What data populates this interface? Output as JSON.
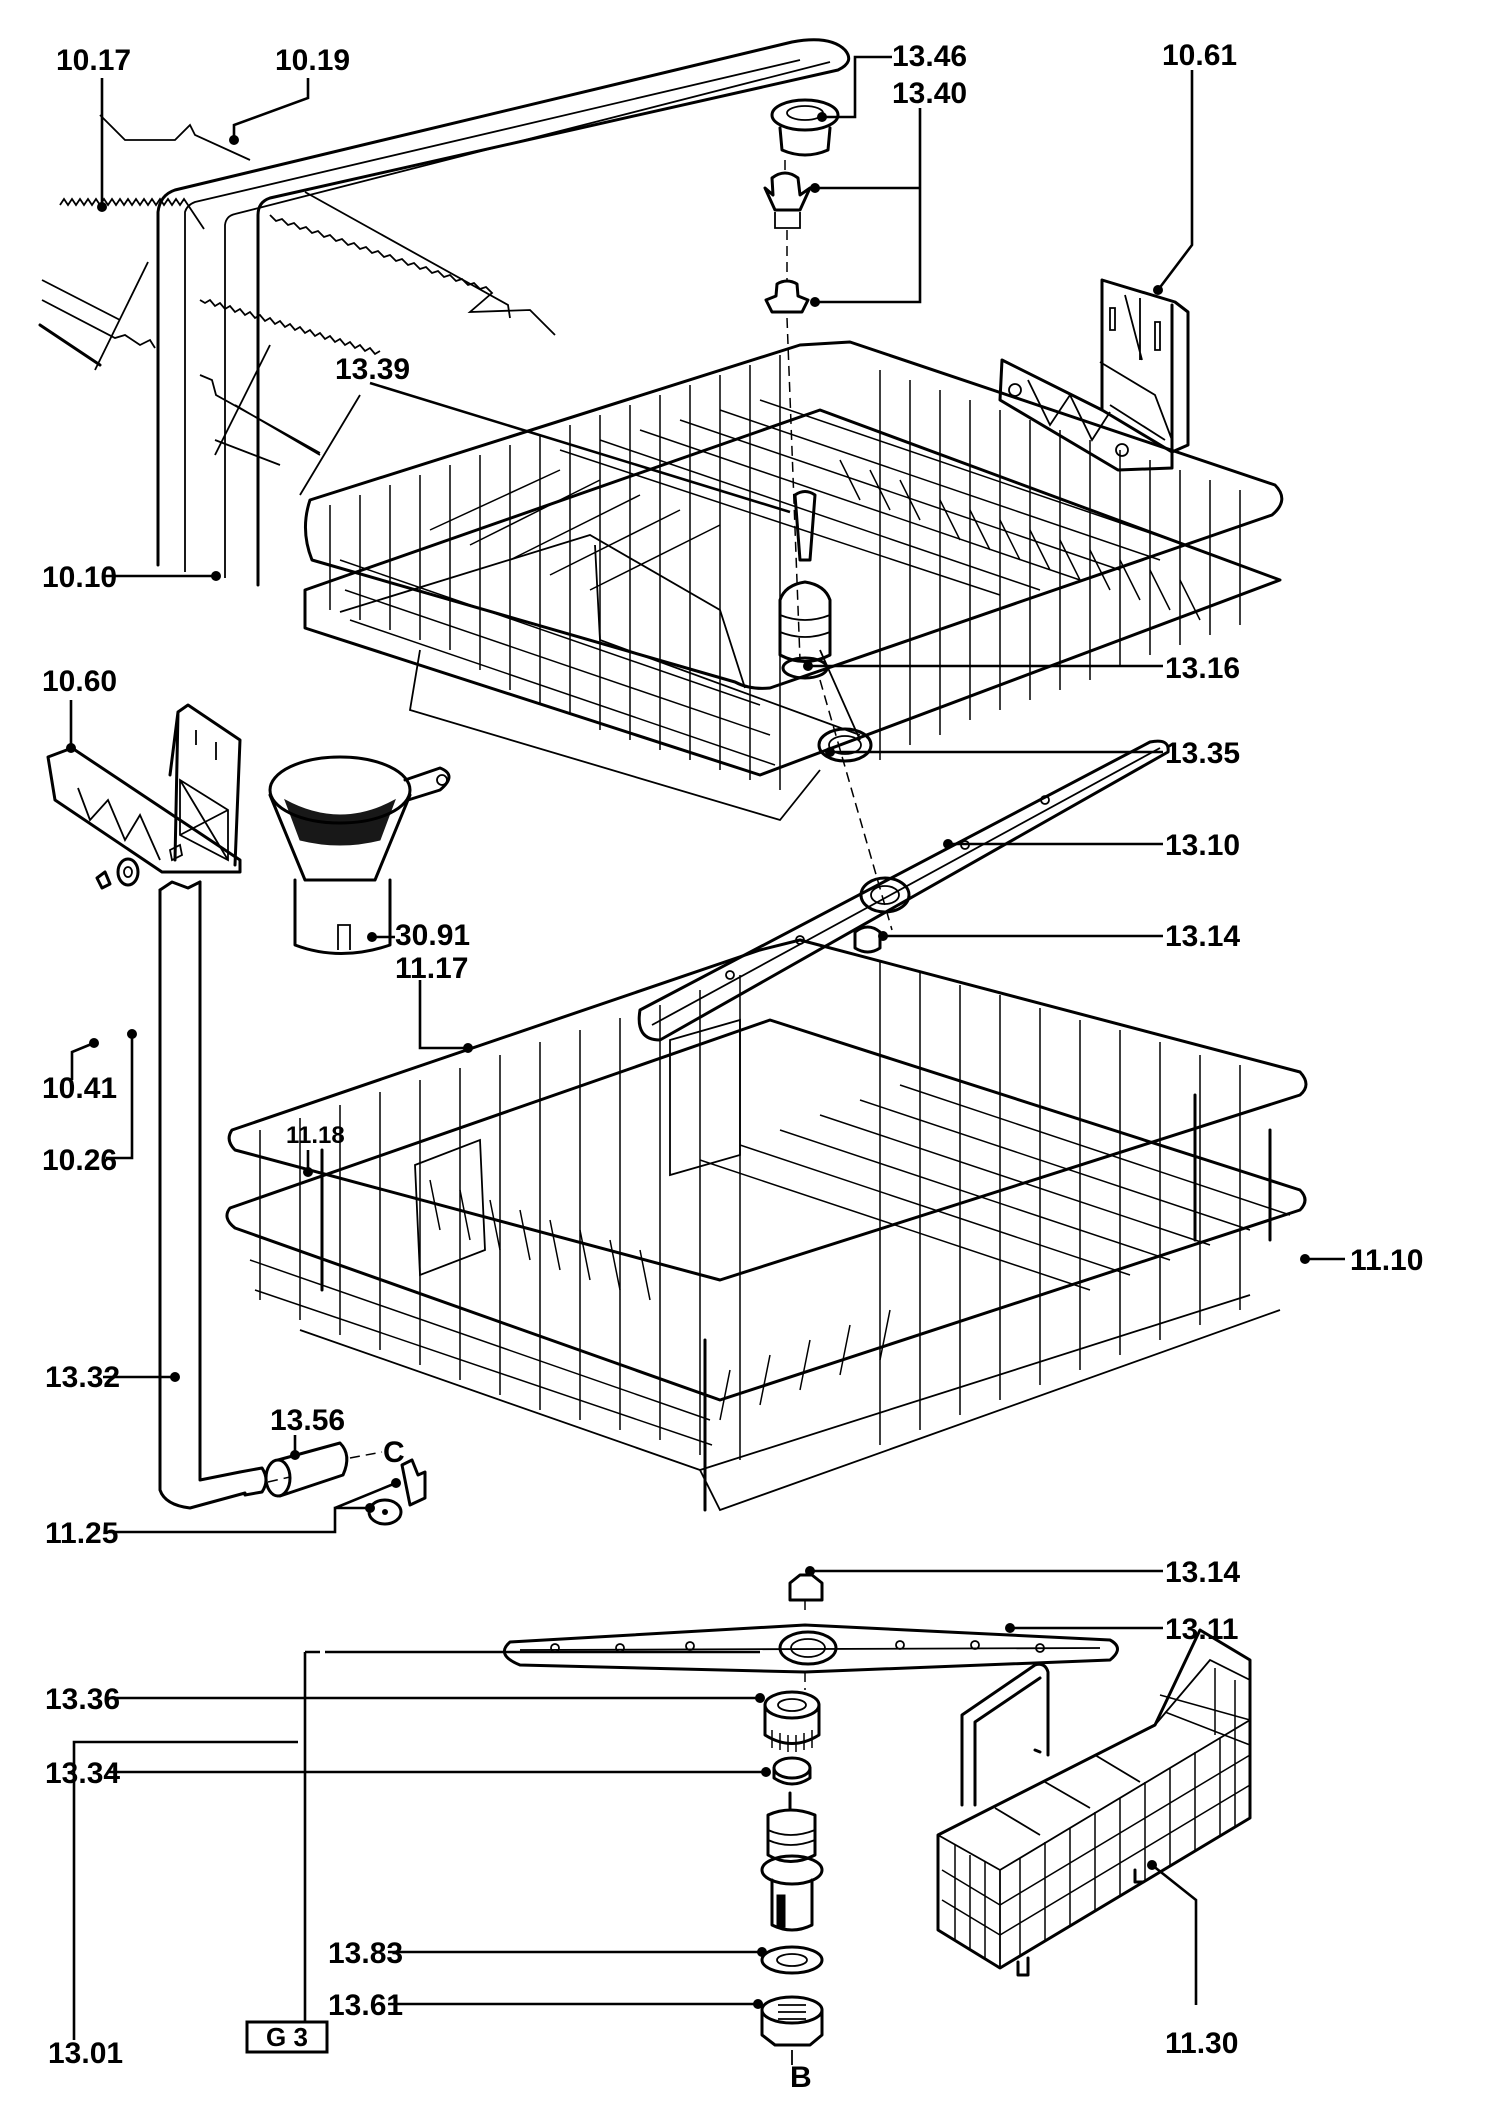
{
  "diagram": {
    "title": "Dishwasher basket assembly — exploded parts view",
    "sheet_code": "G 3",
    "colors": {
      "ink": "#000000",
      "paper": "#ffffff"
    },
    "parts": [
      {
        "id": "10.17",
        "name": "rail-left-upper"
      },
      {
        "id": "10.19",
        "name": "rail-rear-upper"
      },
      {
        "id": "13.46",
        "name": "upper-spray-connector-cap"
      },
      {
        "id": "13.40",
        "name": "upper-spray-connector-nuts"
      },
      {
        "id": "10.61",
        "name": "right-rail-bracket"
      },
      {
        "id": "13.39",
        "name": "upper-spray-supply-tube"
      },
      {
        "id": "10.10",
        "name": "upper-basket"
      },
      {
        "id": "13.16",
        "name": "spray-arm-coupling"
      },
      {
        "id": "10.60",
        "name": "left-rail-bracket"
      },
      {
        "id": "13.35",
        "name": "spray-arm-seal"
      },
      {
        "id": "13.10",
        "name": "upper-spray-arm"
      },
      {
        "id": "30.91",
        "name": "salt-funnel"
      },
      {
        "id": "11.17",
        "name": "lower-basket-divider"
      },
      {
        "id": "13.14",
        "name": "spray-arm-nut"
      },
      {
        "id": "10.41",
        "name": "roller-pin"
      },
      {
        "id": "10.26",
        "name": "roller-wheel"
      },
      {
        "id": "11.18",
        "name": "lower-basket-flap"
      },
      {
        "id": "11.10",
        "name": "lower-basket"
      },
      {
        "id": "13.32",
        "name": "supply-pipe"
      },
      {
        "id": "13.56",
        "name": "pipe-connector"
      },
      {
        "id": "11.25",
        "name": "basket-wheel-assembly"
      },
      {
        "id": "13.11",
        "name": "lower-spray-arm"
      },
      {
        "id": "13.36",
        "name": "ring-nut"
      },
      {
        "id": "13.34",
        "name": "gasket"
      },
      {
        "id": "13.01",
        "name": "spray-arm-support-assembly"
      },
      {
        "id": "13.83",
        "name": "sealing-washer"
      },
      {
        "id": "13.61",
        "name": "base-nut"
      },
      {
        "id": "11.30",
        "name": "cutlery-basket"
      }
    ],
    "labels": {
      "l_10_17": "10.17",
      "l_10_19": "10.19",
      "l_13_46": "13.46",
      "l_13_40": "13.40",
      "l_10_61": "10.61",
      "l_13_39": "13.39",
      "l_10_10": "10.10",
      "l_13_16": "13.16",
      "l_10_60": "10.60",
      "l_13_35": "13.35",
      "l_13_10": "13.10",
      "l_30_91": "30.91",
      "l_11_17": "11.17",
      "l_13_14a": "13.14",
      "l_10_41": "10.41",
      "l_10_26": "10.26",
      "l_11_18": "11.18",
      "l_11_10": "11.10",
      "l_13_32": "13.32",
      "l_13_56": "13.56",
      "l_11_25": "11.25",
      "l_13_14b": "13.14",
      "l_13_11": "13.11",
      "l_13_36": "13.36",
      "l_13_34": "13.34",
      "l_13_01": "13.01",
      "l_13_83": "13.83",
      "l_13_61": "13.61",
      "l_11_30": "11.30"
    },
    "connection_markers": {
      "c": "C",
      "b": "B"
    }
  }
}
